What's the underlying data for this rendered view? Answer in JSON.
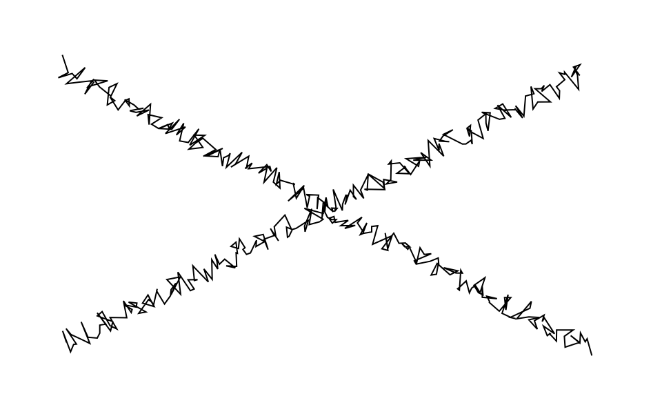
{
  "drawing": {
    "background_color": "#ffffff",
    "stroke_color": "#000000",
    "shape": "X cross made of two jagged zig-zag scribbled lines",
    "strokes": [
      {
        "name": "diagonal-top-left-to-bottom-right"
      },
      {
        "name": "diagonal-bottom-left-to-top-right"
      }
    ]
  }
}
